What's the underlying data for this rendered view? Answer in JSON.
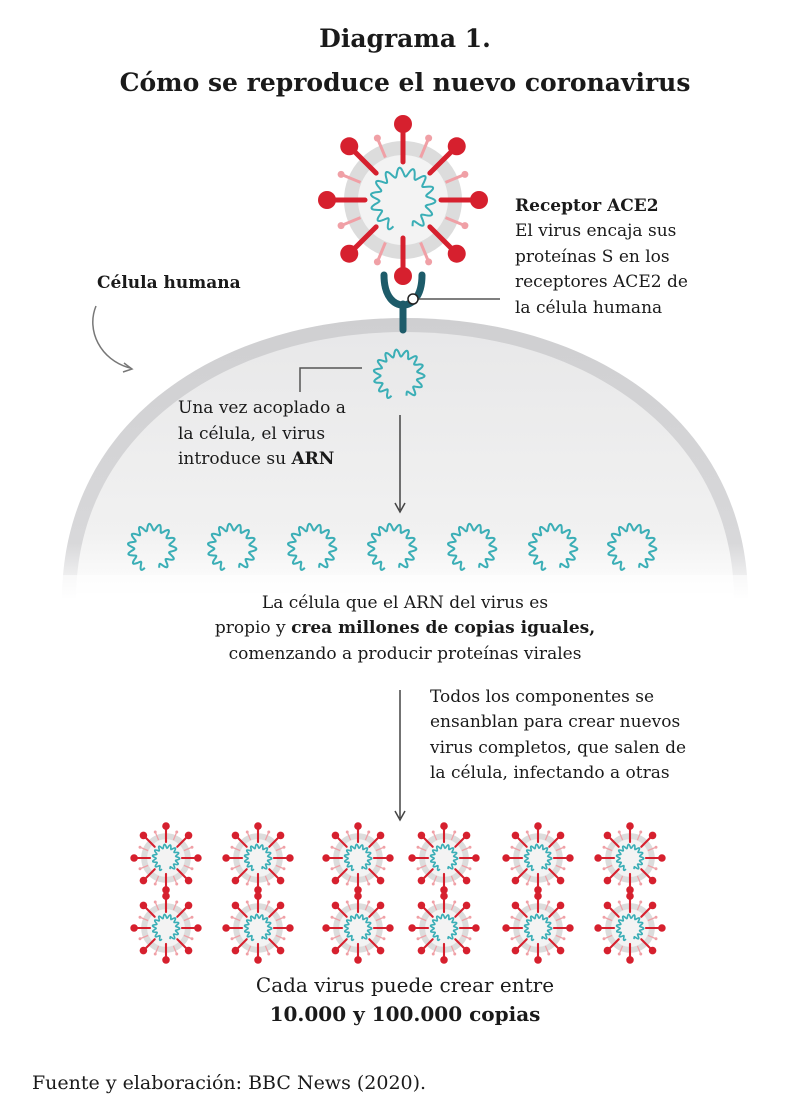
{
  "title": {
    "line1": "Diagrama 1.",
    "line2": "Cómo se reproduce el nuevo coronavirus"
  },
  "receptor": {
    "heading": "Receptor ACE2",
    "lines": [
      "El virus encaja sus",
      "proteínas S en los",
      "receptores ACE2 de",
      "la célula humana"
    ]
  },
  "cell_label": "Célula humana",
  "step1": {
    "lines": [
      "Una vez acoplado a",
      "la célula, el virus"
    ],
    "line3_prefix": "introduce su ",
    "line3_bold": "ARN"
  },
  "step2": {
    "line1": "La célula que el ARN del virus es",
    "line2_prefix": "propio y ",
    "line2_bold": "crea millones de copias iguales,",
    "line3": "comenzando a producir proteínas virales"
  },
  "step3": {
    "lines": [
      "Todos los componentes se",
      "ensanblan para crear nuevos",
      "virus completos, que salen de",
      "la célula, infectando a otras"
    ]
  },
  "result": {
    "line1": "Cada virus puede crear entre",
    "line2": "10.000 y 100.000 copias"
  },
  "source": "Fuente y elaboración: BBC News (2020).",
  "colors": {
    "spike": "#d6202e",
    "spike_light": "#f0a0a6",
    "rna": "#3aaeb6",
    "receptor": "#1d5b69",
    "membrane": "#d4d4d6",
    "cell_fill": "#ececec"
  }
}
